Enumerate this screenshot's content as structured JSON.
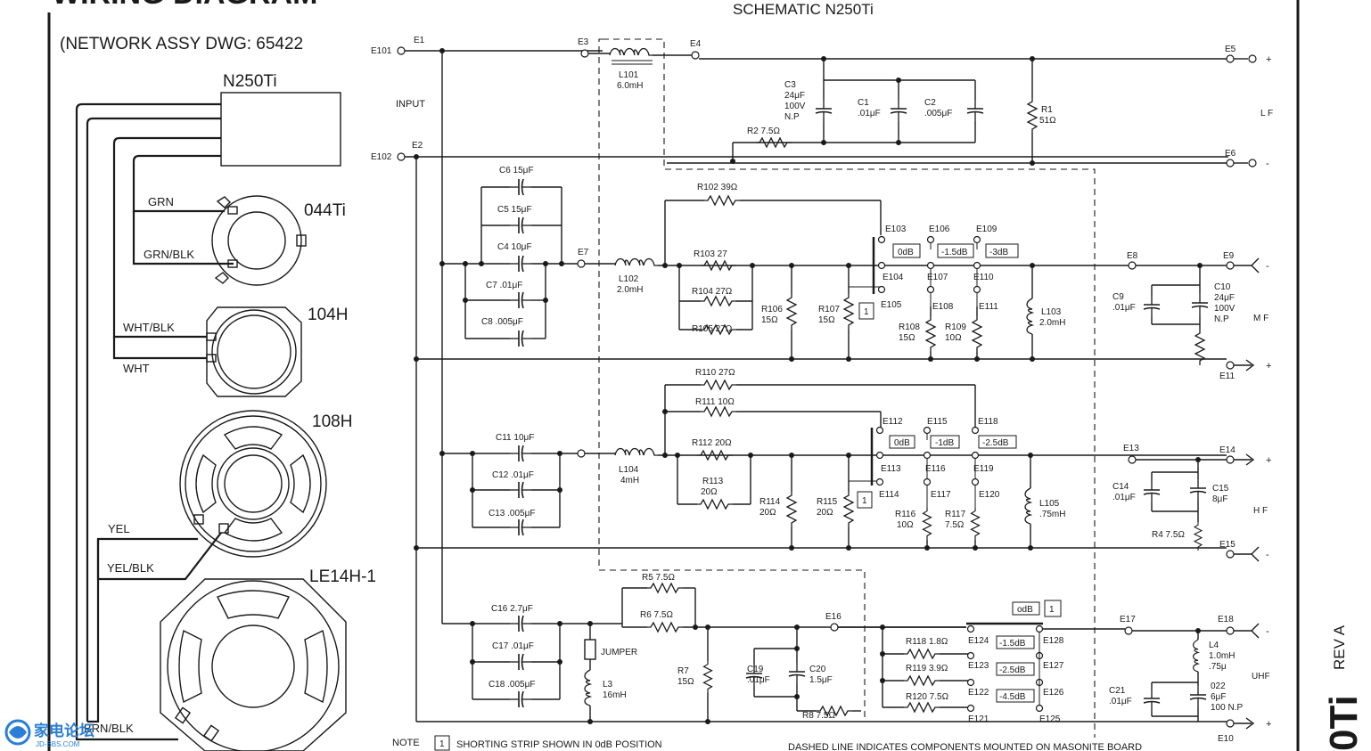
{
  "sheet": {
    "title_fragment": "WIRING DIAGRAM",
    "schematic_title": "SCHEMATIC N250Ti",
    "network_assy": "(NETWORK ASSY DWG: 65422",
    "rev": "REV A",
    "model_fragment": "0Ti",
    "note_label": "NOTE",
    "note_text": "SHORTING STRIP SHOWN IN 0dB POSITION",
    "dashed_note": "DASHED  LINE INDICATES COMPONENTS  MOUNTED ON MASONITE BOARD",
    "watermark": {
      "main": "家电论坛",
      "sub": "JD-BBS.COM"
    }
  },
  "wiring": {
    "network": "N250Ti",
    "drivers": [
      {
        "name": "044Ti",
        "wires": [
          "GRN",
          "GRN/BLK"
        ]
      },
      {
        "name": "104H",
        "wires": [
          "WHT/BLK",
          "WHT"
        ]
      },
      {
        "name": "108H",
        "wires": [
          "YEL",
          "YEL/BLK"
        ]
      },
      {
        "name": "LE14H-1",
        "wires": [
          "BRN/BLK"
        ]
      }
    ]
  },
  "schematic": {
    "input_label": "INPUT",
    "inputs": [
      "E101",
      "E102"
    ],
    "nodes": {
      "E1": "E1",
      "E2": "E2",
      "E3": "E3",
      "E4": "E4",
      "E7": "E7",
      "E16": "E16"
    },
    "lf": {
      "band": "L F",
      "terminals": [
        "E5",
        "E6"
      ],
      "L101": [
        "L101",
        "6.0mH"
      ],
      "C3": [
        "C3",
        "24μF",
        "100V",
        "N.P"
      ],
      "C1": [
        "C1",
        ".01μF"
      ],
      "C2": [
        "C2",
        ".005μF"
      ],
      "R2": "R2  7.5Ω",
      "R1": [
        "R1",
        "51Ω"
      ]
    },
    "mf": {
      "band": "M F",
      "terminals": [
        "E8",
        "E9",
        "E11"
      ],
      "C6": "C6  15μF",
      "C5": "C5  15μF",
      "C4": "C4  10μF",
      "C7": "C7  .01μF",
      "C8": "C8  .005μF",
      "L102": [
        "L102",
        "2.0mH"
      ],
      "R102": "R102  39Ω",
      "R103": "R103  27",
      "R104": "R104  27Ω",
      "R105": "R105  27Ω",
      "R106": [
        "R106",
        "15Ω"
      ],
      "R107": [
        "R107",
        "15Ω"
      ],
      "R108": [
        "R108",
        "15Ω"
      ],
      "R109": [
        "R109",
        "10Ω"
      ],
      "L103": [
        "L103",
        "2.0mH"
      ],
      "C9": [
        "C9",
        ".01μF"
      ],
      "C10": [
        "C10",
        "24μF",
        "100V",
        "N.P"
      ],
      "taps": [
        "E103",
        "E106",
        "E109",
        "E104",
        "E107",
        "E110",
        "E105",
        "E108",
        "E111"
      ],
      "levels": [
        "0dB",
        "-1.5dB",
        "-3dB"
      ]
    },
    "hf": {
      "band": "H F",
      "terminals": [
        "E13",
        "E14",
        "E15"
      ],
      "C11": "C11  10μF",
      "C12": "C12  .01μF",
      "C13": "C13  .005μF",
      "L104": [
        "L104",
        "4mH"
      ],
      "R110": "R110  27Ω",
      "R111": "R111  10Ω",
      "R112": "R112  20Ω",
      "R113": [
        "R113",
        "20Ω"
      ],
      "R114": [
        "R114",
        "20Ω"
      ],
      "R115": [
        "R115",
        "20Ω"
      ],
      "R116": [
        "R116",
        "10Ω"
      ],
      "R117": [
        "R117",
        "7.5Ω"
      ],
      "L105": [
        "L105",
        ".75mH"
      ],
      "C14": [
        "C14",
        ".01μF"
      ],
      "C15": [
        "C15",
        "8μF"
      ],
      "R4": "R4  7.5Ω",
      "taps": [
        "E112",
        "E115",
        "E118",
        "E113",
        "E116",
        "E119",
        "E114",
        "E117",
        "E120"
      ],
      "levels": [
        "0dB",
        "-1dB",
        "-2.5dB"
      ]
    },
    "uhf": {
      "band": "UHF",
      "terminals": [
        "E17",
        "E18",
        "E10"
      ],
      "C16": "C16  2.7μF",
      "C17": "C17  .01μF",
      "C18": "C18  .005μF",
      "R5": "R5  7.5Ω",
      "R6": "R6  7.5Ω",
      "jumper": "JUMPER",
      "L3": [
        "L3",
        "16mH"
      ],
      "R7": [
        "R7",
        "15Ω"
      ],
      "C19": [
        "C19",
        ".01μF"
      ],
      "C20": [
        "C20",
        "1.5μF"
      ],
      "R8": "R8  7.5Ω",
      "R118": "R118  1.8Ω",
      "R119": "R119  3.9Ω",
      "R120": "R120  7.5Ω",
      "L4": [
        "L4",
        "1.0mH",
        ".75μ"
      ],
      "C21": [
        "C21",
        ".01μF"
      ],
      "C22": [
        "022",
        "6μF",
        "100 N.P"
      ],
      "taps": [
        "E124",
        "E123",
        "E122",
        "E121",
        "E128",
        "E127",
        "E126",
        "E125"
      ],
      "levels": [
        "odB",
        "-1.5dB",
        "-2.5dB",
        "-4.5dB"
      ]
    },
    "polarity": {
      "plus": "+",
      "minus": "-"
    },
    "strip_marker": "1"
  }
}
